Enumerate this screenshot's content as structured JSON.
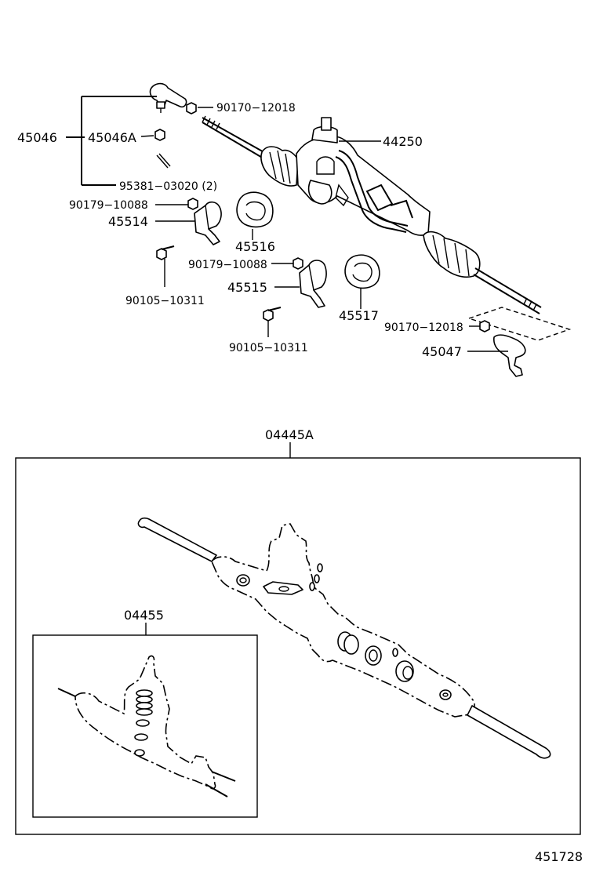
{
  "labels": {
    "p45046": "45046",
    "p45046A": "45046A",
    "p90170_top": "90170−12018",
    "p95381": "95381−03020 (2)",
    "p44250": "44250",
    "p90179_a": "90179−10088",
    "p45514": "45514",
    "p45516": "45516",
    "p90179_b": "90179−10088",
    "p90105_a": "90105−10311",
    "p45515": "45515",
    "p45517": "45517",
    "p90170_bottom": "90170−12018",
    "p45047": "45047",
    "p90105_b": "90105−10311",
    "p04445A": "04445A",
    "p04455": "04455",
    "figure_number": "451728"
  }
}
